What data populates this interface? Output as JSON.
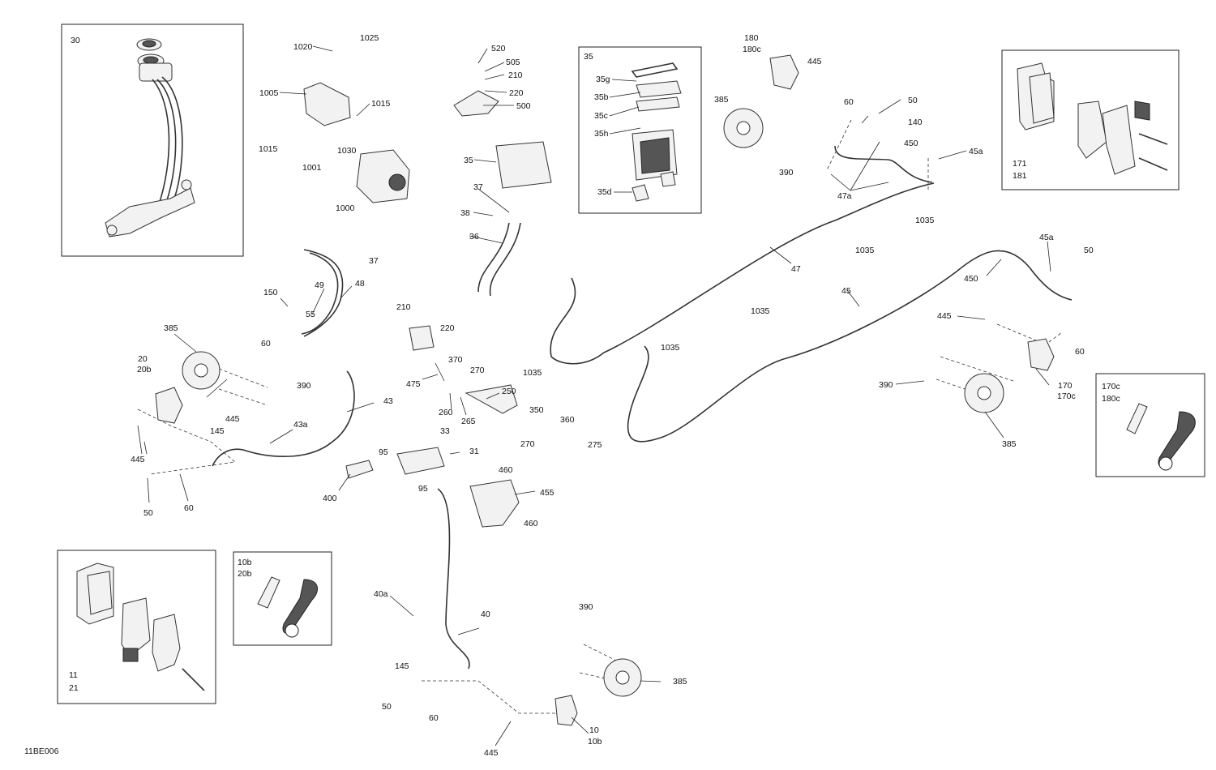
{
  "diagram_code": "11BE006",
  "insets": {
    "master_cylinder_box": [
      "30"
    ],
    "abs_box": [
      "35",
      "35g",
      "35b",
      "35c",
      "35h",
      "35d"
    ],
    "rear_pads_box": [
      "171",
      "181"
    ],
    "front_pads_box": [
      "11",
      "21"
    ],
    "bleeder_box_front": [
      "10b",
      "20b"
    ],
    "bleeder_box_rear": [
      "170c",
      "180c"
    ]
  },
  "callouts": {
    "c1020": "1020",
    "c1025": "1025",
    "c1005": "1005",
    "c1015a": "1015",
    "c1015b": "1015",
    "c1030": "1030",
    "c1001": "1001",
    "c1000": "1000",
    "c520": "520",
    "c505": "505",
    "c210a": "210",
    "c220a": "220",
    "c500": "500",
    "c35main": "35",
    "c37a": "37",
    "c38": "38",
    "c36": "36",
    "c180": "180",
    "c180c": "180c",
    "c445a": "445",
    "c385a": "385",
    "c390a": "390",
    "c60a": "60",
    "c50a": "50",
    "c140": "140",
    "c450a": "450",
    "c45a1": "45a",
    "c47a": "47a",
    "c1035a": "1035",
    "c1035b": "1035",
    "c47": "47",
    "c1035c": "1035",
    "c45": "45",
    "c1035d": "1035",
    "c1035e": "1035",
    "c45a2": "45a",
    "c50b": "50",
    "c450b": "450",
    "c445b": "445",
    "c60b": "60",
    "c170": "170",
    "c170c": "170c",
    "c390b": "390",
    "c385b": "385",
    "c37b": "37",
    "c150": "150",
    "c49": "49",
    "c48": "48",
    "c55": "55",
    "c60c": "60",
    "c210b": "210",
    "c220b": "220",
    "c370": "370",
    "c270a": "270",
    "c475": "475",
    "c250": "250",
    "c260": "260",
    "c265": "265",
    "c350": "350",
    "c360": "360",
    "c270b": "270",
    "c275": "275",
    "c33": "33",
    "c31": "31",
    "c95a": "95",
    "c95b": "95",
    "c400": "400",
    "c460a": "460",
    "c455": "455",
    "c460b": "460",
    "c385c": "385",
    "c20": "20",
    "c20b": "20b",
    "c390c": "390",
    "c445c": "445",
    "c43": "43",
    "c145a": "145",
    "c43a": "43a",
    "c445d": "445",
    "c50c": "50",
    "c60d": "60",
    "c40a": "40a",
    "c40": "40",
    "c145b": "145",
    "c50d": "50",
    "c60e": "60",
    "c390d": "390",
    "c385d": "385",
    "c10": "10",
    "c10b": "10b",
    "c445e": "445"
  }
}
